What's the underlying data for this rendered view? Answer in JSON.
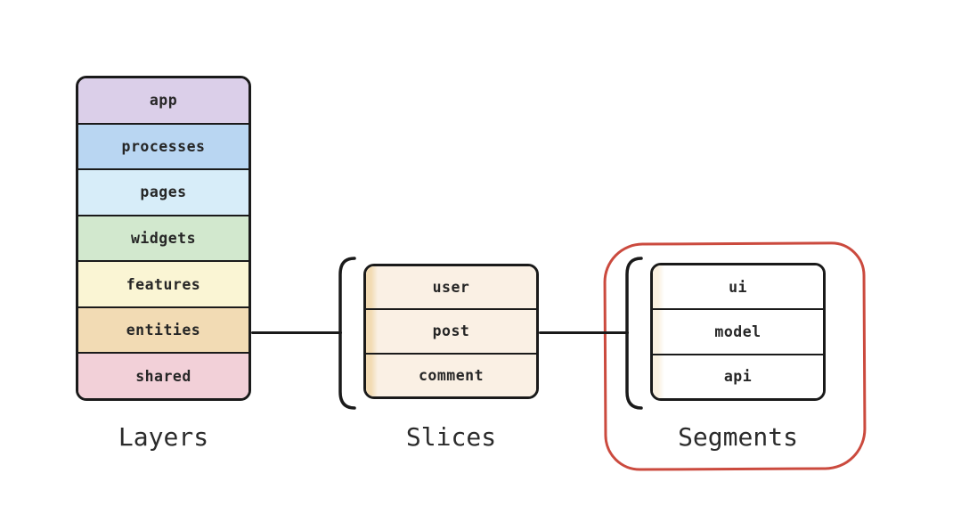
{
  "style": {
    "background": "#ffffff",
    "line_color": "#1a1a1a",
    "text_color": "#262626"
  },
  "layers": {
    "label": "Layers",
    "items": [
      {
        "name": "app",
        "color": "#dbcfe9"
      },
      {
        "name": "processes",
        "color": "#b9d6f2"
      },
      {
        "name": "pages",
        "color": "#d7edf9"
      },
      {
        "name": "widgets",
        "color": "#d2e8ce"
      },
      {
        "name": "features",
        "color": "#faf5d4"
      },
      {
        "name": "entities",
        "color": "#f2dbb4"
      },
      {
        "name": "shared",
        "color": "#f2d0d8"
      }
    ]
  },
  "slices": {
    "label": "Slices",
    "fill": "#faf0e4",
    "accent": "#f2dbb4",
    "items": [
      {
        "name": "user"
      },
      {
        "name": "post"
      },
      {
        "name": "comment"
      }
    ]
  },
  "segments": {
    "label": "Segments",
    "fill": "#ffffff",
    "accent": "#faf1e1",
    "highlight_color": "#cb4a3e",
    "items": [
      {
        "name": "ui"
      },
      {
        "name": "model"
      },
      {
        "name": "api"
      }
    ]
  }
}
